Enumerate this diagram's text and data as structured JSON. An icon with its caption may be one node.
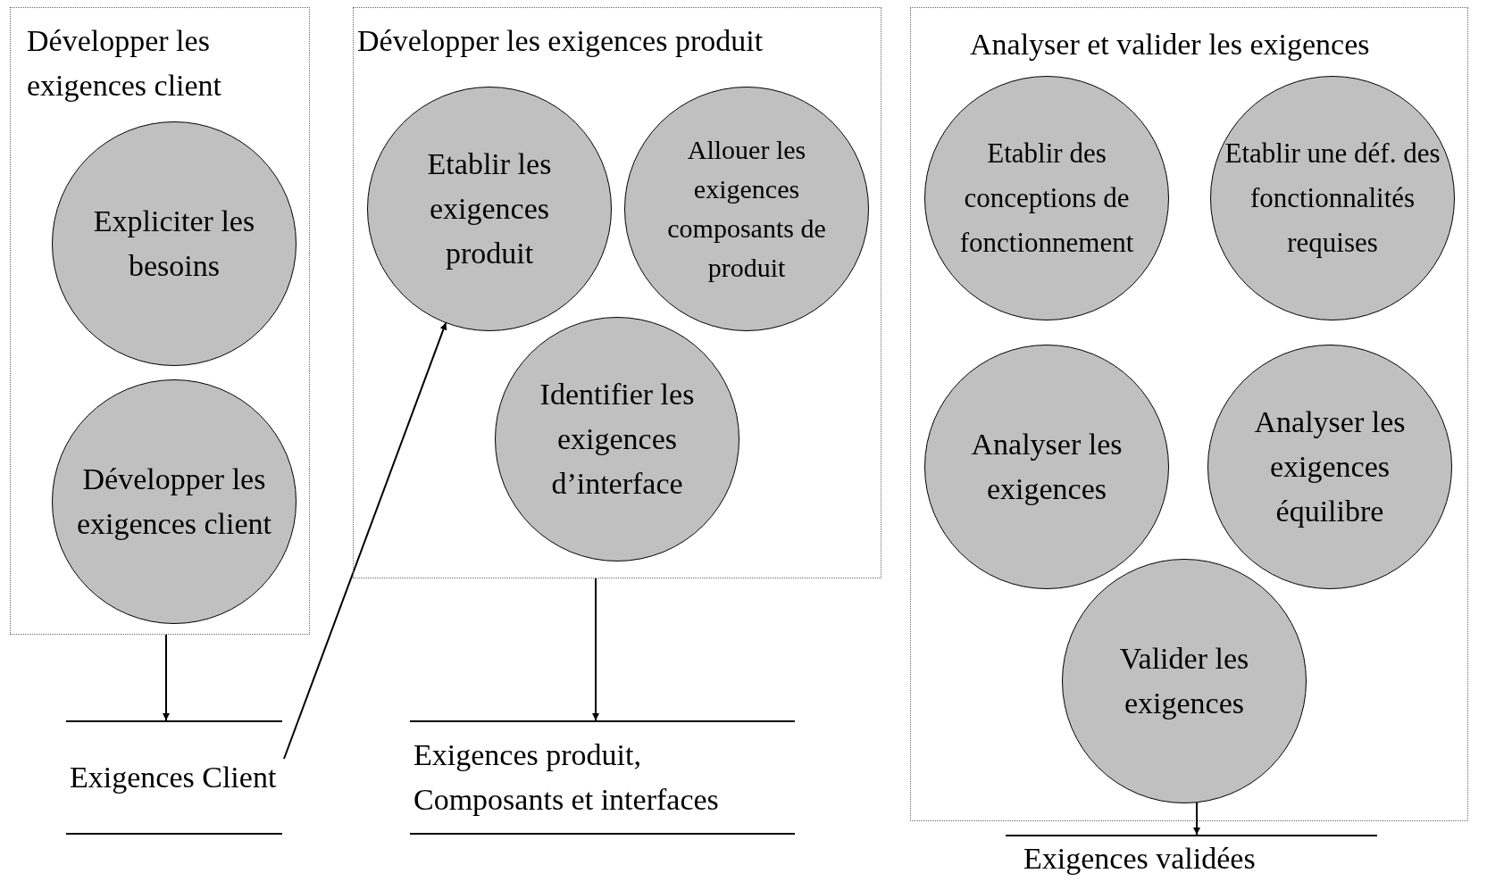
{
  "diagram": {
    "nodes": [
      {
        "text": [
          "Développer les exigences client"
        ]
      },
      {
        "text": [
          "Expliciter les besoins"
        ],
        "in": 0
      },
      {
        "text": [
          "Développer les exigences client"
        ],
        "in": 0
      },
      {
        "text": [
          "Développer les exigences produit"
        ]
      },
      {
        "text": [
          "Etablir les exigences produit"
        ],
        "in": 3
      },
      {
        "text": [
          "Allouer les exigences composants de produit"
        ],
        "in": 3
      },
      {
        "text": [
          "Identifier les exigences d’interface"
        ],
        "in": 3
      },
      {
        "text": [
          "Analyser et valider les exigences"
        ]
      },
      {
        "text": [
          "Etablir des conceptions de fonctionnement"
        ],
        "in": 7
      },
      {
        "text": [
          "Etablir une déf. des fonctionnalités requises"
        ],
        "in": 7
      },
      {
        "text": [
          "Analyser les exigences"
        ],
        "in": 7
      },
      {
        "text": [
          "Analyser les exigences équilibre"
        ],
        "in": 7
      },
      {
        "text": [
          "Valider les exigences"
        ],
        "in": 7
      },
      {
        "text": [
          "Exigences Client"
        ]
      },
      {
        "text": [
          "Exigences produit, Composants et interfaces"
        ]
      },
      {
        "text": [
          "Exigences validées"
        ]
      }
    ],
    "edges": [
      {
        "from": 0,
        "to": 13,
        "arrow": "to"
      },
      {
        "from": 13,
        "to": 4,
        "arrow": "to"
      },
      {
        "from": 3,
        "to": 14,
        "arrow": "to"
      },
      {
        "from": 12,
        "to": 15,
        "arrow": "to"
      }
    ]
  }
}
